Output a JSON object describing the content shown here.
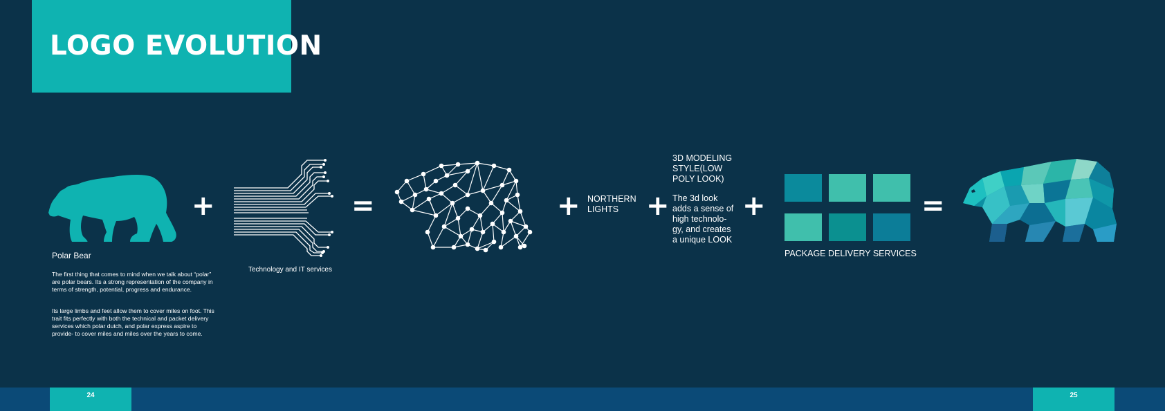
{
  "page": {
    "title": "LOGO EVOLUTION",
    "bear": {
      "heading": "Polar Bear",
      "paragraph1": "The first thing that comes to mind when we talk about “polar” are polar bears. Its a strong representation of the company in terms of strength, potential, progress and endurance.",
      "paragraph2": "Its large limbs and feet allow them to cover miles on foot. This trait fits perfectly with both the technical and packet delivery services which polar dutch, and polar express aspire to provide- to cover miles and miles over the years to come."
    },
    "tech_caption": "Technology and IT services",
    "northern_lights": [
      "NORTHERN",
      "LIGHTS"
    ],
    "modeling": {
      "heading": [
        "3D MODELING",
        "STYLE(LOW",
        "POLY LOOK)"
      ],
      "body": [
        "The 3d look",
        "adds a sense of",
        "high technolo-",
        "gy, and creates",
        "a unique LOOK"
      ]
    },
    "package_caption": "PACKAGE DELIVERY SERVICES",
    "operators": {
      "plus": "+",
      "equals": "="
    },
    "page_numbers": {
      "left": "24",
      "right": "25"
    }
  },
  "colors": {
    "background": "#0b3249",
    "accent": "#0fb3b1",
    "footer": "#0b4a77",
    "tile_blue": "#0b8a9c",
    "tile_mint": "#40bfac",
    "tile_teal": "#0b9090",
    "tile_steel": "#0c7d98"
  },
  "icons": [
    "polar-bear-silhouette-icon",
    "circuit-lines-icon",
    "network-bear-icon",
    "low-poly-bear-icon"
  ]
}
